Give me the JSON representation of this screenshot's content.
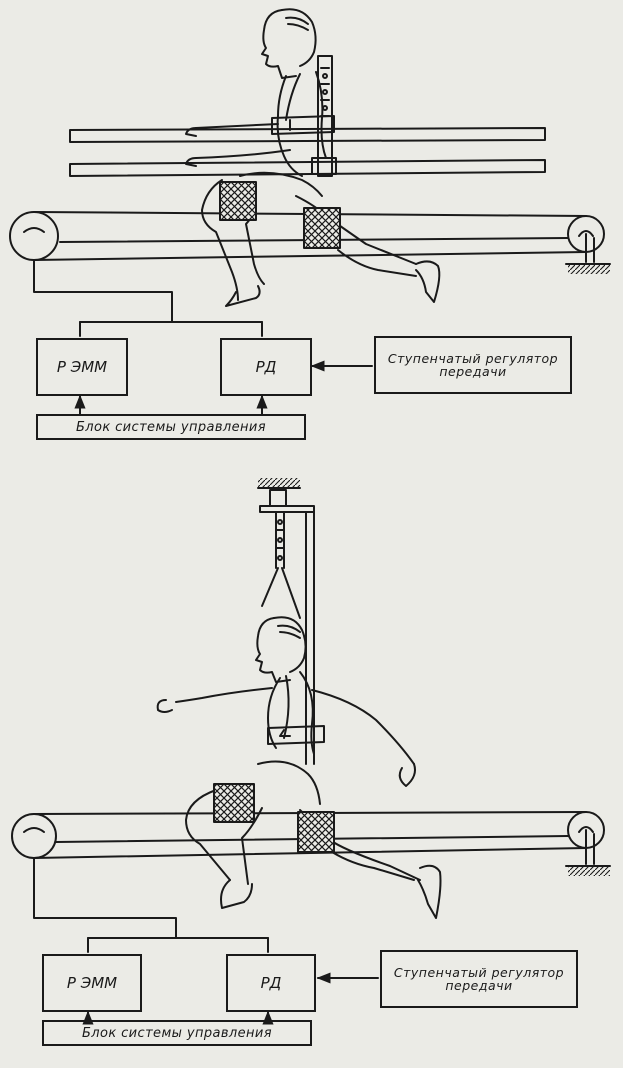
{
  "panel_top": {
    "boxes": {
      "remm": "Р ЭММ",
      "rd": "РД",
      "regulator": "Ступенчатый регулятор передачи",
      "control": "Блок системы управления"
    }
  },
  "panel_bottom": {
    "boxes": {
      "remm": "Р ЭММ",
      "rd": "РД",
      "regulator": "Ступенчатый регулятор передачи",
      "control": "Блок системы управления"
    }
  },
  "colors": {
    "ink": "#1a1a1a",
    "paper": "#ebebe6"
  }
}
